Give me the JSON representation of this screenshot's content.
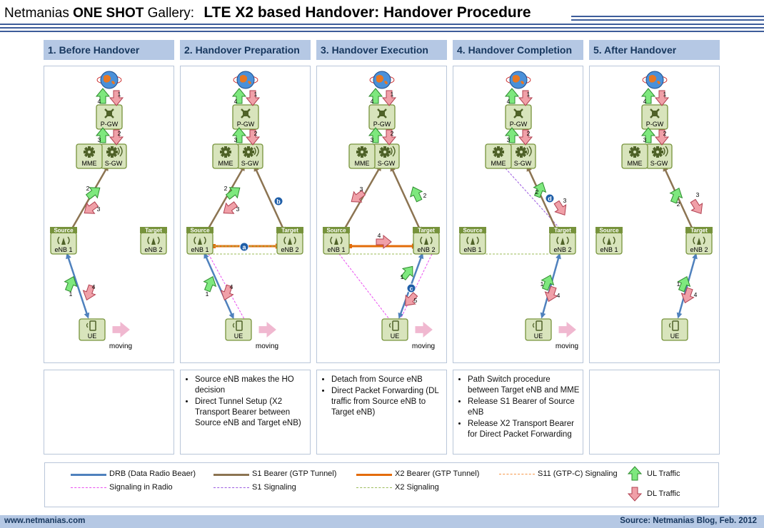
{
  "header": {
    "brand": "Netmanias",
    "series_bold": "ONE SHOT",
    "series_rest": "Gallery:",
    "title": "LTE X2 based Handover: Handover Procedure"
  },
  "steps": [
    {
      "label": "1. Before Handover",
      "notes": []
    },
    {
      "label": "2. Handover Preparation",
      "notes": [
        "Source eNB makes the HO decision",
        "Direct Tunnel Setup (X2 Transport Bearer between Source eNB and Target eNB)"
      ]
    },
    {
      "label": "3. Handover Execution",
      "notes": [
        "Detach from Source eNB",
        "Direct Packet Forwarding (DL traffic from Source eNB to Target eNB)"
      ]
    },
    {
      "label": "4. Handover Completion",
      "notes": [
        "Path Switch procedure between Target eNB and MME",
        "Release S1 Bearer of Source eNB",
        "Release X2 Transport Bearer for Direct Packet Forwarding"
      ]
    },
    {
      "label": "5. After Handover",
      "notes": []
    }
  ],
  "node_labels": {
    "pgw": "P-GW",
    "sgw": "S-GW",
    "mme": "MME",
    "source_tag": "Source",
    "target_tag": "Target",
    "enb1": "eNB 1",
    "enb2": "eNB 2",
    "ue": "UE",
    "moving": "moving"
  },
  "markers": {
    "a": "a",
    "b": "b",
    "c": "c",
    "d": "d"
  },
  "legend": {
    "drb": "DRB (Data Radio Beaer)",
    "s1_bearer": "S1 Bearer (GTP Tunnel)",
    "x2_bearer": "X2 Bearer (GTP Tunnel)",
    "s11": "S11 (GTP-C) Signaling",
    "ul": "UL Traffic",
    "radio_sig": "Signaling in Radio",
    "s1_sig": "S1 Signaling",
    "x2_sig": "X2 Signaling",
    "dl": "DL Traffic"
  },
  "colors": {
    "drb": "#4f81bd",
    "s1_bearer": "#8c7452",
    "x2_bearer": "#e36c0a",
    "s11": "#f79646",
    "radio_sig": "#ea4ef0",
    "s1_sig": "#9b59e0",
    "x2_sig": "#9bbb59",
    "ul_fill": "#7ee87e",
    "dl_fill": "#f0a0a8",
    "node_fill": "#d8e4bc",
    "node_border": "#77933c",
    "header_fill": "#b5c8e4",
    "marker_fill": "#1f5ea8"
  },
  "footer": {
    "left": "www.netmanias.com",
    "right": "Source: Netmanias Blog, Feb. 2012"
  }
}
